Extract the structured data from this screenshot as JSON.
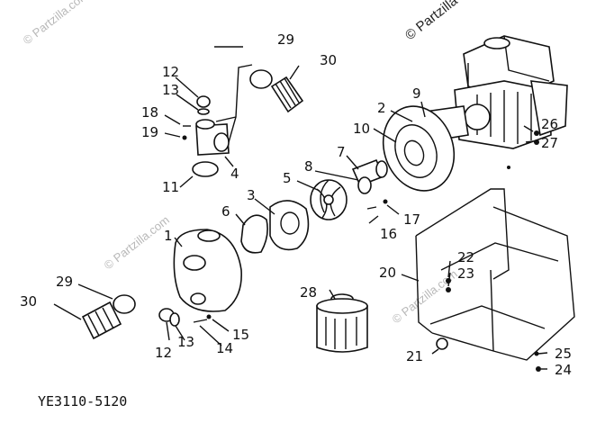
{
  "diagram": {
    "code": "YE3110-5120",
    "watermark": "© Partzilla.com",
    "watermark_short": "© Partzilla",
    "callouts": [
      {
        "id": "c1",
        "text": "1"
      },
      {
        "id": "c2",
        "text": "2"
      },
      {
        "id": "c3",
        "text": "3"
      },
      {
        "id": "c4",
        "text": "4"
      },
      {
        "id": "c5",
        "text": "5"
      },
      {
        "id": "c6",
        "text": "6"
      },
      {
        "id": "c7",
        "text": "7"
      },
      {
        "id": "c8",
        "text": "8"
      },
      {
        "id": "c9",
        "text": "9"
      },
      {
        "id": "c10",
        "text": "10"
      },
      {
        "id": "c11",
        "text": "11"
      },
      {
        "id": "c12a",
        "text": "12"
      },
      {
        "id": "c12b",
        "text": "12"
      },
      {
        "id": "c13a",
        "text": "13"
      },
      {
        "id": "c13b",
        "text": "13"
      },
      {
        "id": "c14",
        "text": "14"
      },
      {
        "id": "c15",
        "text": "15"
      },
      {
        "id": "c16",
        "text": "16"
      },
      {
        "id": "c17",
        "text": "17"
      },
      {
        "id": "c18",
        "text": "18"
      },
      {
        "id": "c19",
        "text": "19"
      },
      {
        "id": "c20",
        "text": "20"
      },
      {
        "id": "c21",
        "text": "21"
      },
      {
        "id": "c22",
        "text": "22"
      },
      {
        "id": "c23",
        "text": "23"
      },
      {
        "id": "c24",
        "text": "24"
      },
      {
        "id": "c25",
        "text": "25"
      },
      {
        "id": "c26",
        "text": "26"
      },
      {
        "id": "c27",
        "text": "27"
      },
      {
        "id": "c28",
        "text": "28"
      },
      {
        "id": "c29a",
        "text": "29"
      },
      {
        "id": "c29b",
        "text": "29"
      },
      {
        "id": "c30a",
        "text": "30"
      },
      {
        "id": "c30b",
        "text": "30"
      }
    ]
  }
}
